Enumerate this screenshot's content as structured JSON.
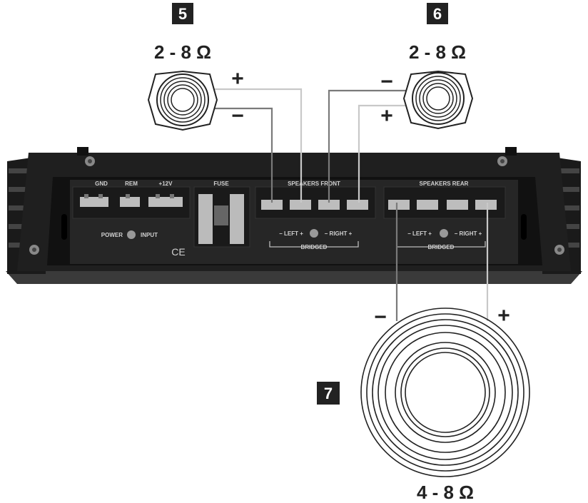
{
  "speaker_5": {
    "number": "5",
    "impedance": "2 - 8 Ω",
    "plus": "+",
    "minus": "−"
  },
  "speaker_6": {
    "number": "6",
    "impedance": "2 - 8 Ω",
    "plus": "+",
    "minus": "−"
  },
  "speaker_7": {
    "number": "7",
    "impedance": "4 - 8 Ω",
    "plus": "+",
    "minus": "−"
  },
  "amplifier": {
    "gnd": "GND",
    "rem": "REM",
    "v12": "+12V",
    "fuse": "FUSE",
    "power": "POWER",
    "input": "INPUT",
    "ce": "CE",
    "speakers_front": "SPEAKERS FRONT",
    "speakers_rear": "SPEAKERS REAR",
    "left_front": "−  LEFT  +",
    "right_front": "−  RIGHT  +",
    "left_rear": "−  LEFT  +",
    "right_rear": "−  RIGHT  +",
    "bridged_front": "BRIDGED",
    "bridged_rear": "BRIDGED"
  },
  "colors": {
    "amp_body": "#1f1f1f",
    "amp_panel": "#2a2a2a",
    "wire_dark": "#7a7a7a",
    "wire_light": "#c8c8c8",
    "badge_bg": "#222222"
  }
}
